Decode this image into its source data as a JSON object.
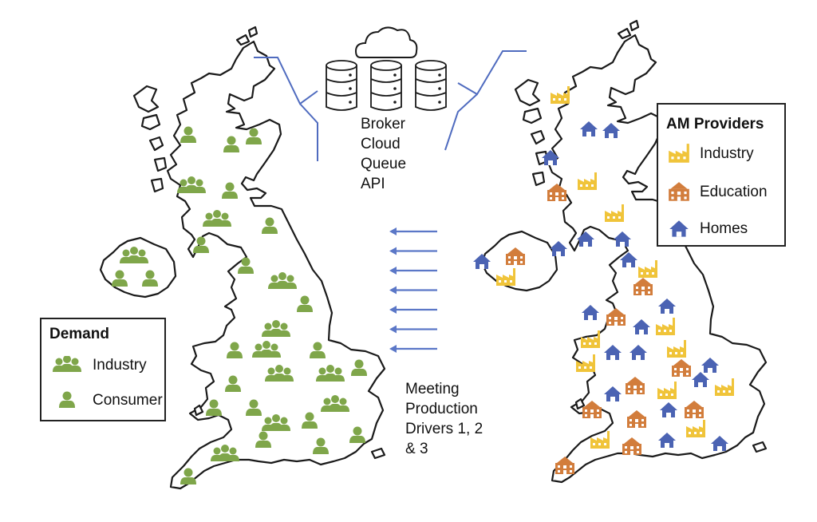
{
  "colors": {
    "demand": "#7fa64a",
    "industry_provider": "#f0c43a",
    "education_provider": "#d27d3c",
    "home_provider": "#4b63b3",
    "arrows": "#5b77c7",
    "bracket": "#4f6bbf",
    "outline": "#1a1a1a"
  },
  "broker": {
    "icons": [
      "cloud-icon",
      "database-icon",
      "database-icon",
      "database-icon"
    ],
    "lines": [
      "Broker",
      "Cloud",
      "Queue",
      "API"
    ]
  },
  "flow": {
    "arrow_count": 7,
    "arrow_direction": "left",
    "lines": [
      "Meeting",
      "Production",
      "Drivers 1, 2",
      "& 3"
    ]
  },
  "demand_legend": {
    "title": "Demand",
    "items": [
      {
        "icon": "group-icon",
        "label": "Industry"
      },
      {
        "icon": "person-icon",
        "label": "Consumer"
      }
    ]
  },
  "providers_legend": {
    "title": "AM Providers",
    "items": [
      {
        "icon": "factory-icon",
        "label": "Industry"
      },
      {
        "icon": "school-icon",
        "label": "Education"
      },
      {
        "icon": "house-icon",
        "label": "Homes"
      }
    ]
  },
  "demand_map": {
    "icon_legend": {
      "group-icon": "Industry",
      "person-icon": "Consumer"
    }
  },
  "provider_map": {
    "icon_legend": {
      "factory-icon": "Industry",
      "school-icon": "Education",
      "house-icon": "Homes"
    }
  }
}
